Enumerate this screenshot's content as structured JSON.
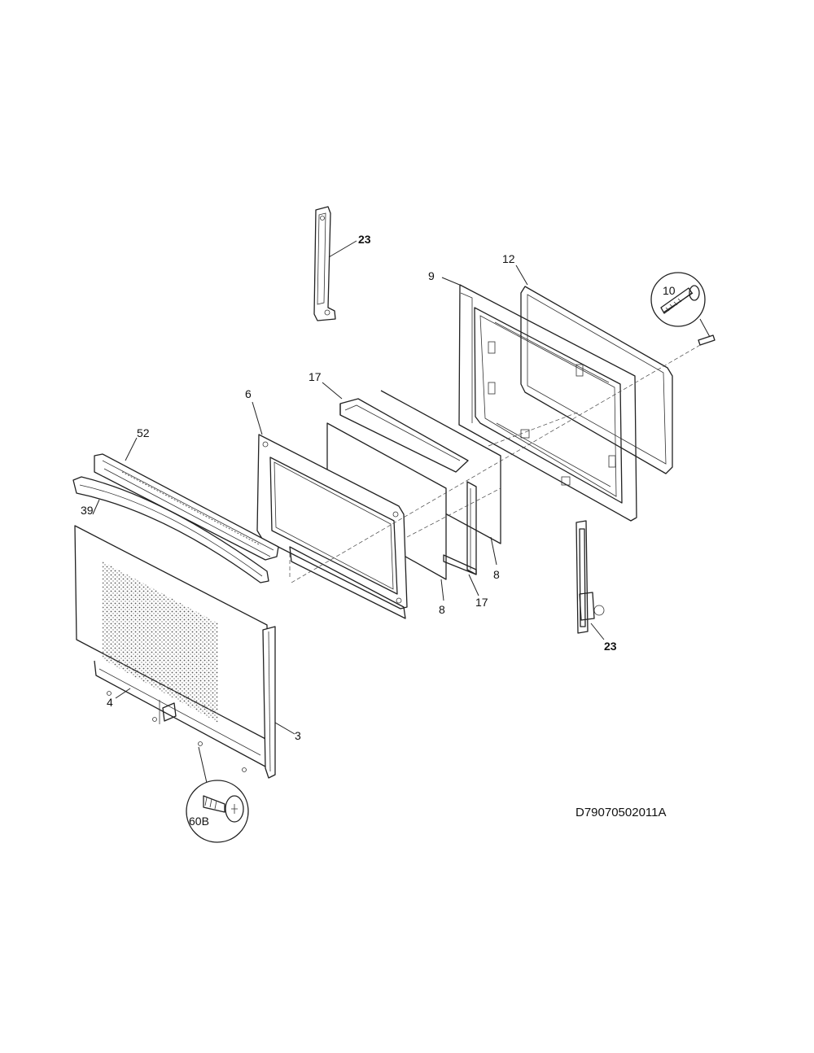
{
  "diagram": {
    "labels": {
      "hinge_top": "23",
      "hinge_bottom": "23",
      "gasket": "12",
      "liner": "9",
      "screw_10": "10",
      "glass_retainer_top": "17",
      "glass_retainer_bottom": "17",
      "inner_frame": "6",
      "trim": "52",
      "handle": "39",
      "glass_a": "8",
      "glass_b": "8",
      "door_panel": "4",
      "side_trim": "3",
      "screw_60b": "60B"
    },
    "document_id": "D79070502011A"
  }
}
